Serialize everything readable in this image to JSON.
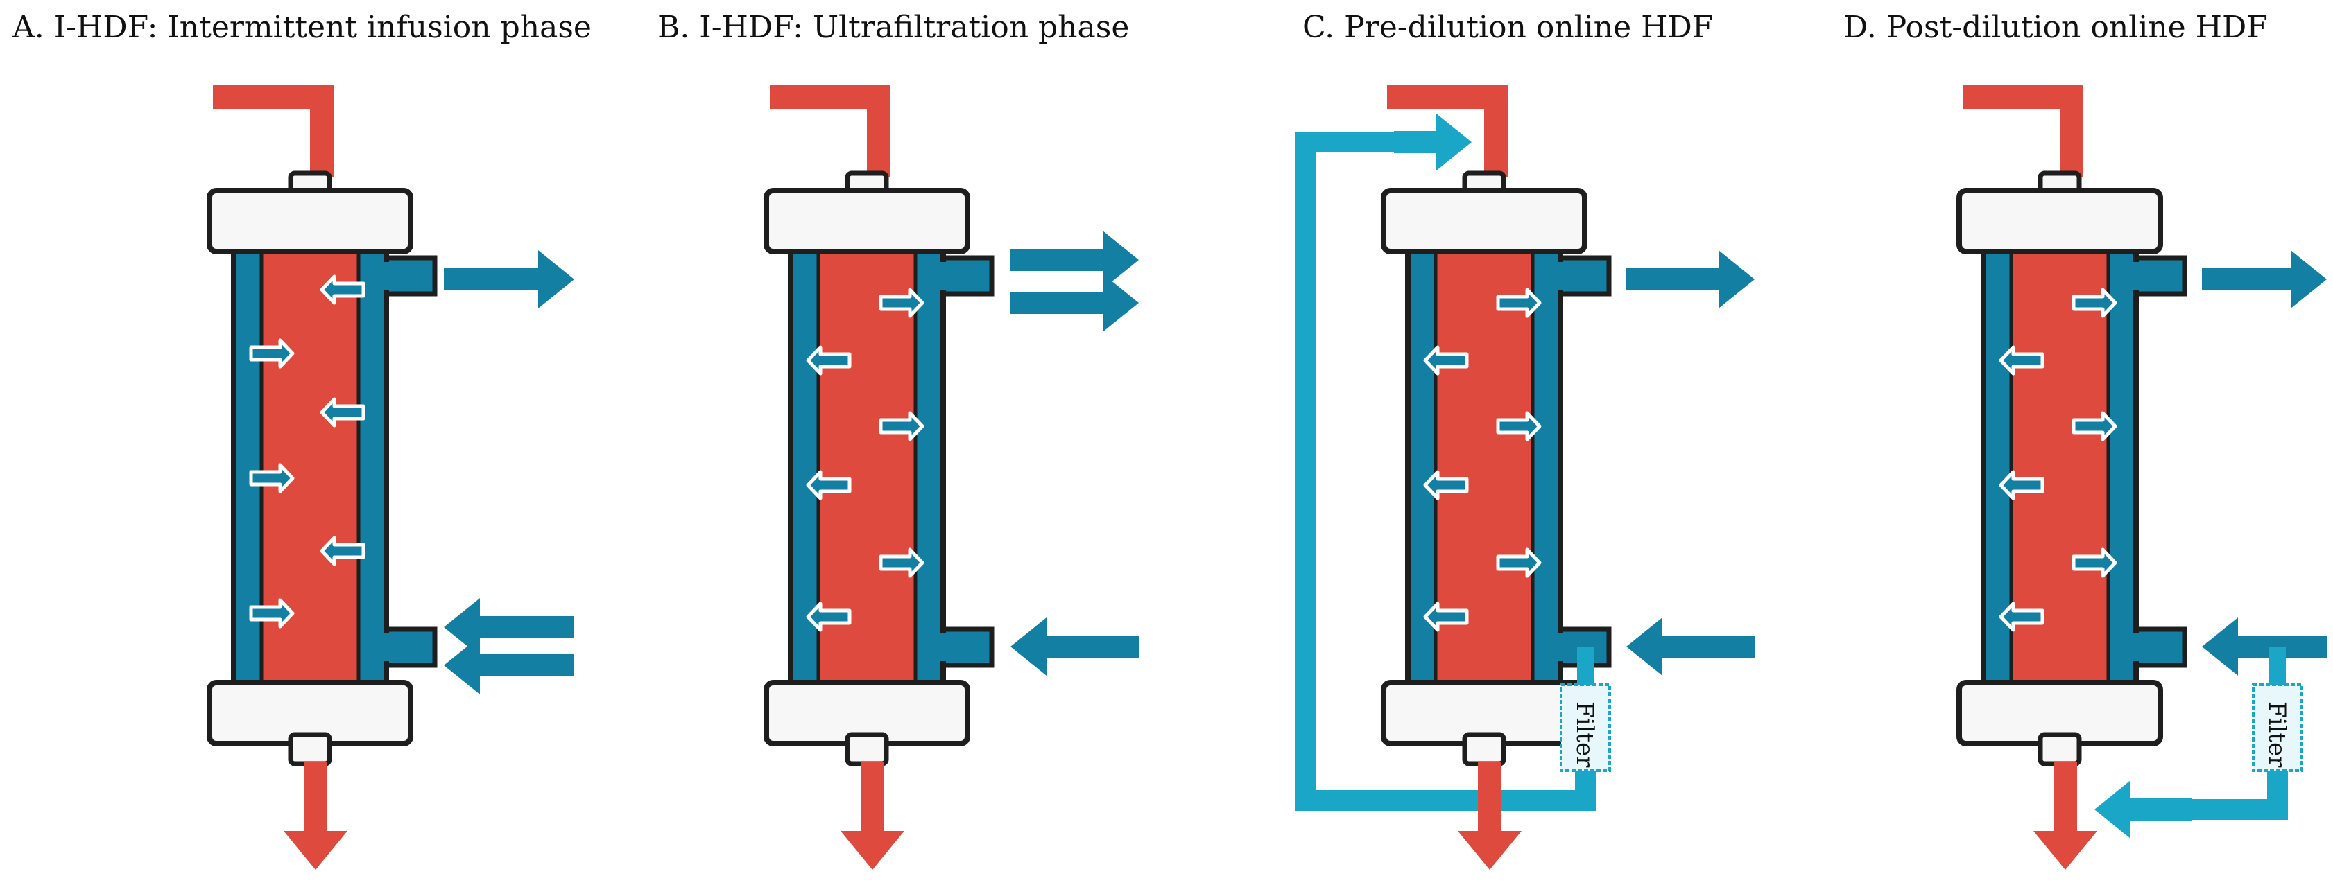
{
  "panels": [
    {
      "title": "A. I-HDF: Intermittent infusion phase"
    },
    {
      "title": "B. I-HDF: Ultrafiltration phase"
    },
    {
      "title": "C. Pre-dilution online HDF",
      "filter_label": "Filter"
    },
    {
      "title": "D. Post-dilution online HDF",
      "filter_label": "Filter"
    }
  ],
  "colors": {
    "blood": "#df4a3e",
    "dialysate": "#137fa3",
    "substitution": "#1aa6c6",
    "outline": "#1e1e1e",
    "cap": "#f7f7f7",
    "filter_fill": "#e8f7fb"
  }
}
